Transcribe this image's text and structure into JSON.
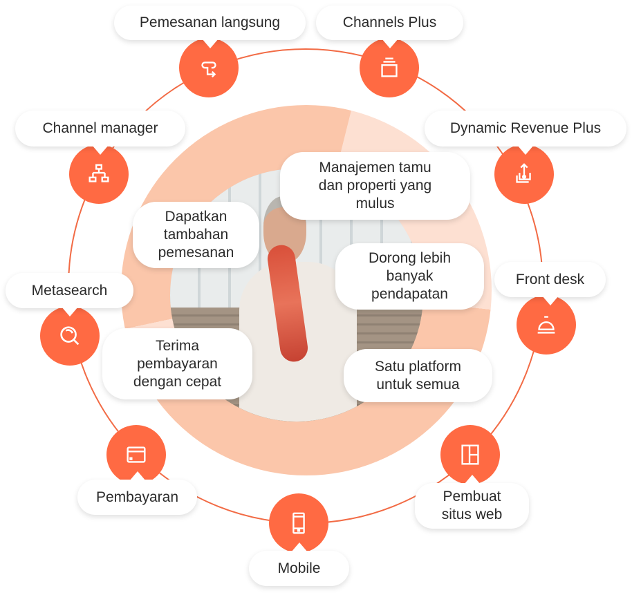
{
  "colors": {
    "accent": "#ff6a43",
    "ring": "#f26b45",
    "donut": "#fbc6aa",
    "donut_light": "#fde0d2"
  },
  "products": [
    {
      "label": "Pemesanan langsung",
      "icon": "booking-loop-icon"
    },
    {
      "label": "Channels Plus",
      "icon": "stacked-channels-icon"
    },
    {
      "label": "Channel manager",
      "icon": "hierarchy-icon"
    },
    {
      "label": "Dynamic Revenue Plus",
      "icon": "revenue-upload-icon"
    },
    {
      "label": "Metasearch",
      "icon": "search-icon"
    },
    {
      "label": "Front desk",
      "icon": "service-bell-icon"
    },
    {
      "label": "Pembayaran",
      "icon": "card-icon"
    },
    {
      "label": "Mobile",
      "icon": "mobile-phone-icon"
    },
    {
      "label": "Pembuat situs web",
      "icon": "website-layout-icon"
    }
  ],
  "benefits": [
    "Manajemen tamu dan properti yang mulus",
    "Dapatkan tambahan pemesanan",
    "Dorong lebih banyak pendapatan",
    "Terima pembayaran dengan cepat",
    "Satu platform untuk semua"
  ]
}
